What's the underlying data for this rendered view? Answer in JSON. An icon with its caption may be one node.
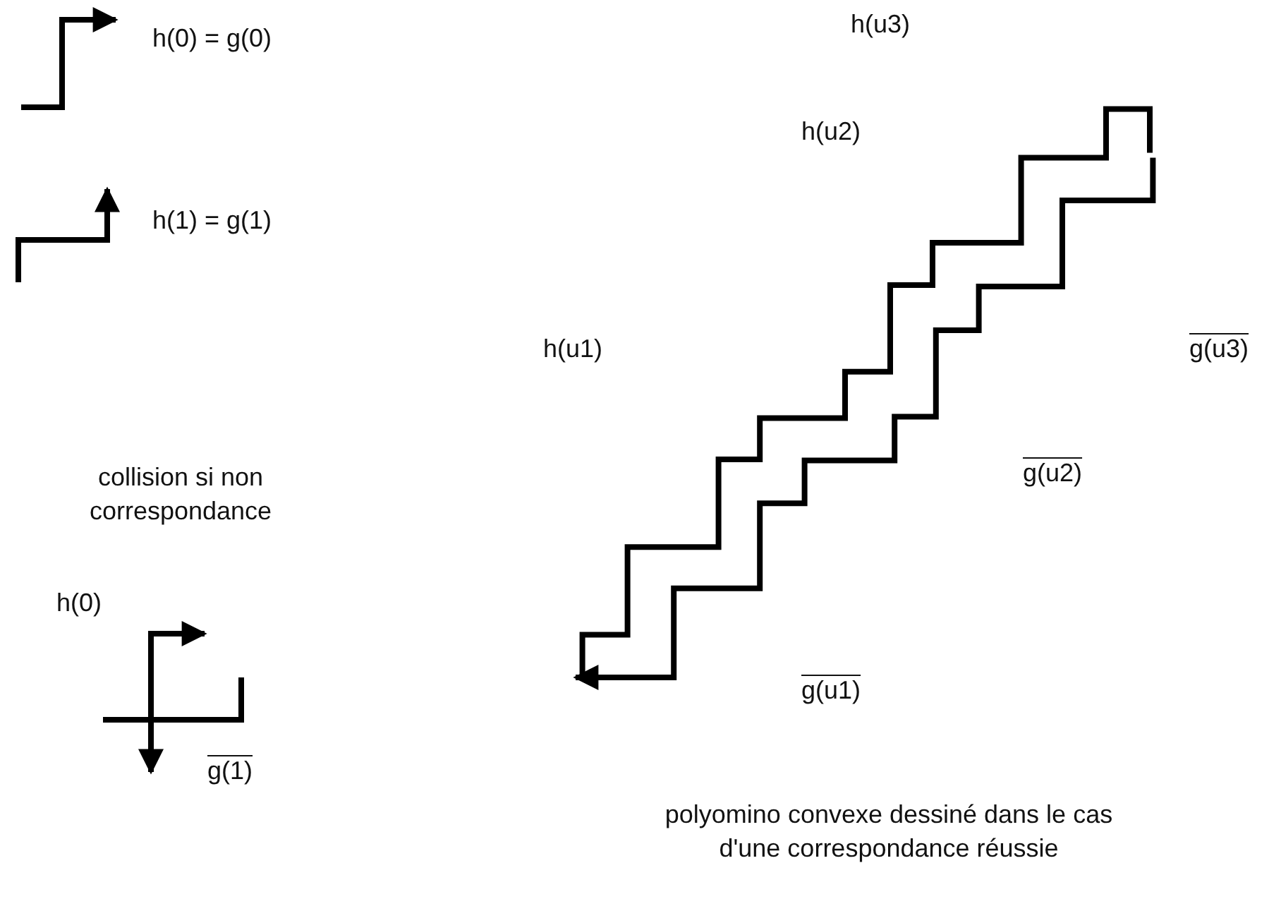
{
  "diagram": {
    "caption": "polyomino convexe dessiné dans le cas d'une correspondance réussie",
    "labels": [
      "h(0) = g(0)",
      "h(u3)",
      "h(u2)",
      "h(1) = g(1)",
      "g(u3)",
      "h(u1)",
      "collision si non correspondance",
      "g(u2)",
      "h(0)",
      "g(u1)",
      "g(1)"
    ]
  }
}
